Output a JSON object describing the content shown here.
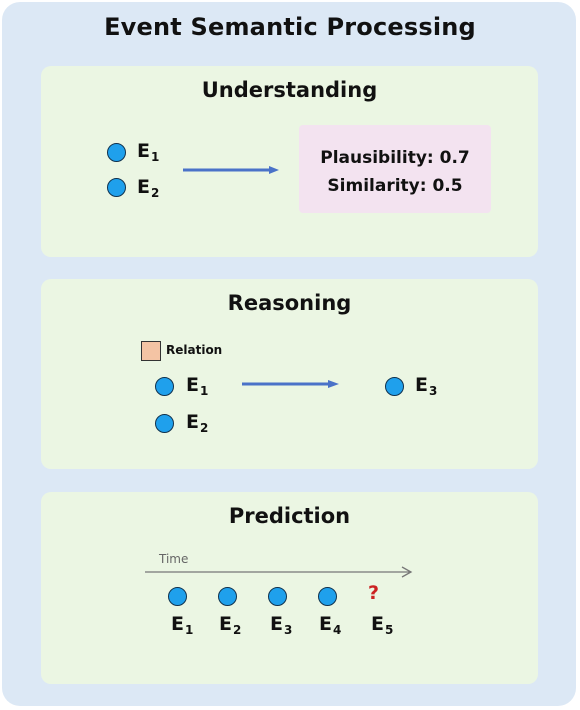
{
  "title": "Event Semantic Processing",
  "understanding": {
    "title": "Understanding",
    "events": [
      {
        "letter": "E",
        "index": "1"
      },
      {
        "letter": "E",
        "index": "2"
      }
    ],
    "plausibility": "Plausibility: 0.7",
    "similarity": "Similarity: 0.5"
  },
  "reasoning": {
    "title": "Reasoning",
    "legend_label": "Relation",
    "inputs": [
      {
        "letter": "E",
        "index": "1"
      },
      {
        "letter": "E",
        "index": "2"
      }
    ],
    "output": {
      "letter": "E",
      "index": "3"
    }
  },
  "prediction": {
    "title": "Prediction",
    "time_label": "Time",
    "events": [
      {
        "letter": "E",
        "index": "1"
      },
      {
        "letter": "E",
        "index": "2"
      },
      {
        "letter": "E",
        "index": "3"
      },
      {
        "letter": "E",
        "index": "4"
      },
      {
        "letter": "E",
        "index": "5"
      }
    ],
    "unknown_marker": "?"
  },
  "colors": {
    "background": "#dce8f5",
    "panel": "#ebf6e3",
    "node_fill": "#1fa0ec",
    "arrow": "#4a72c8",
    "metrics_box": "#f3e3f0",
    "relation_box": "#f4c4a4",
    "question": "#cc2222"
  }
}
